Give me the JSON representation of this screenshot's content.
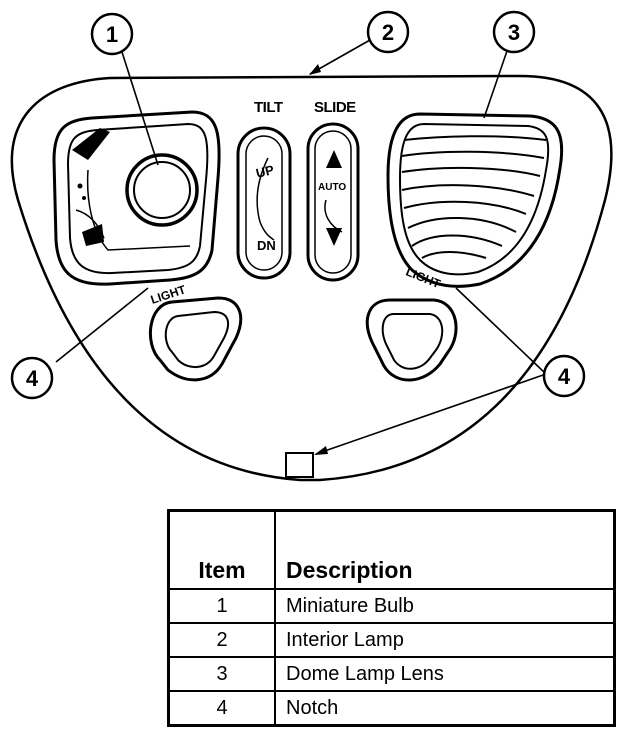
{
  "callouts": [
    "1",
    "2",
    "3",
    "4",
    "4"
  ],
  "panel": {
    "tilt_label": "TILT",
    "slide_label": "SLIDE",
    "up_label": "UP",
    "dn_label": "DN",
    "auto_label": "AUTO",
    "light_left_label": "LIGHT",
    "light_right_label": "LIGHT"
  },
  "legend": {
    "headers": {
      "item": "Item",
      "description": "Description"
    },
    "rows": [
      {
        "item": "1",
        "description": "Miniature Bulb"
      },
      {
        "item": "2",
        "description": "Interior Lamp"
      },
      {
        "item": "3",
        "description": "Dome Lamp Lens"
      },
      {
        "item": "4",
        "description": "Notch"
      }
    ]
  }
}
